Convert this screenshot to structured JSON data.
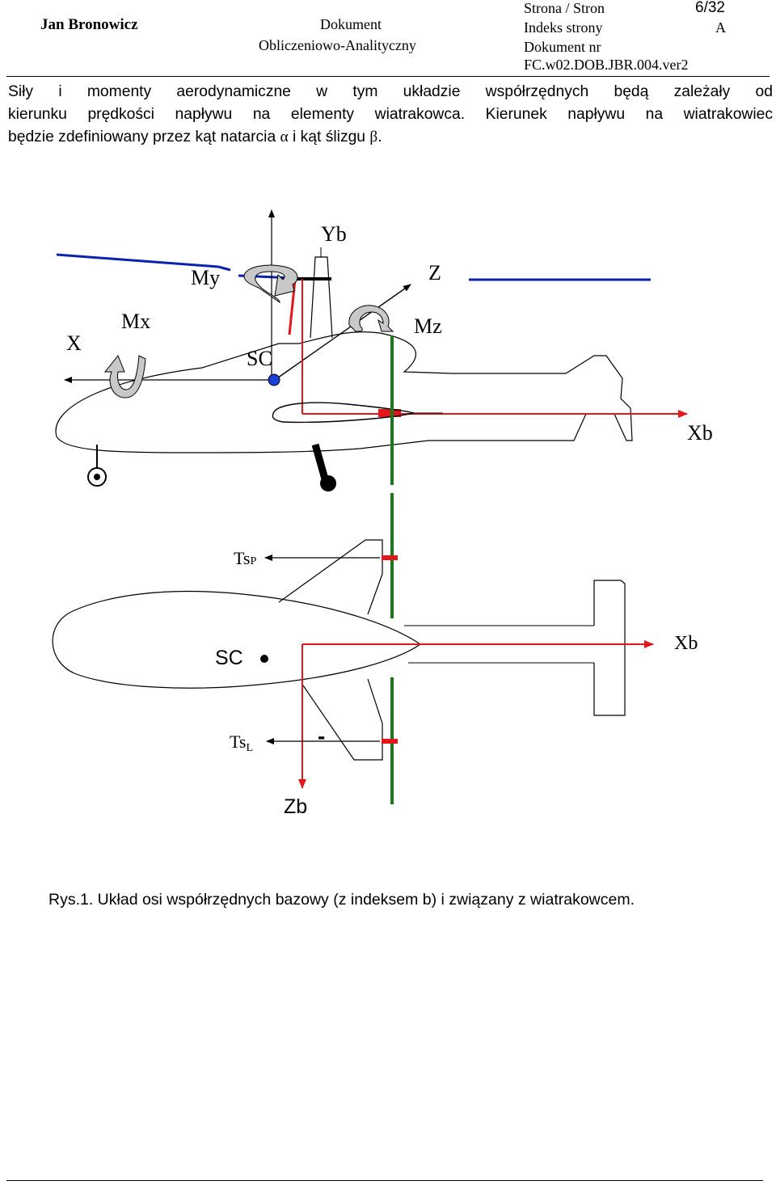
{
  "header": {
    "author": "Jan Bronowicz",
    "doc_type_line1": "Dokument",
    "doc_type_line2": "Obliczeniowo-Analityczny",
    "page_label": "Strona / Stron",
    "page_value": "6/32",
    "index_label": "Indeks strony",
    "index_value": "A",
    "docnr_label": "Dokument nr",
    "docnr_value": "FC.w02.DOB.JBR.004.ver2"
  },
  "paragraph": {
    "line1": "Siły i momenty aerodynamiczne w tym układzie współrzędnych będą zależały od",
    "line2": "kierunku prędkości napływu na elementy wiatrakowca.  Kierunek napływu na wiatrakowiec",
    "line3_a": "będzie zdefiniowany przez kąt natarcia ",
    "alpha": "α",
    "line3_b": " i kąt ślizgu ",
    "beta": "β",
    "line3_c": "."
  },
  "figure": {
    "side_view": {
      "label_yb": "Yb",
      "label_my": "My",
      "label_z": "Z",
      "label_x": "X",
      "label_mx": "Mx",
      "label_mz": "Mz",
      "label_sc": "SC",
      "label_xb": "Xb"
    },
    "top_view": {
      "label_tsp_main": "Ts",
      "label_tsp_sub": "P",
      "label_sc": "SC",
      "label_xb": "Xb",
      "label_tsl_main": "Ts",
      "label_tsl_sub": "L",
      "label_minus": "-",
      "label_zb": "Zb"
    },
    "colors": {
      "rotor": "#0a22b0",
      "axis_red": "#e3161b",
      "mast_green": "#1a7a1a",
      "black": "#000000",
      "arrow_fill": "#c8c8c8"
    }
  },
  "caption": "Rys.1. Układ osi współrzędnych bazowy (z indeksem b) i związany z wiatrakowcem."
}
